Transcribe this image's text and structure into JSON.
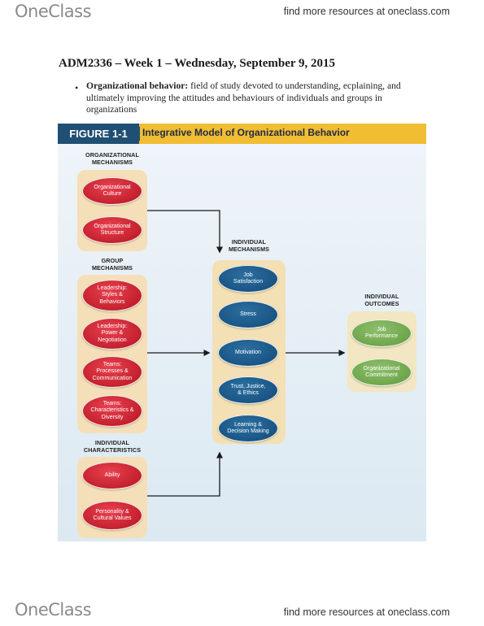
{
  "header": {
    "logo": "OneClass",
    "tagline": "find more resources at oneclass.com"
  },
  "footer": {
    "logo": "OneClass",
    "tagline": "find more resources at oneclass.com"
  },
  "document": {
    "title": "ADM2336 – Week 1 – Wednesday, September 9, 2015",
    "bullet": {
      "marker": "•",
      "term": "Organizational behavior:",
      "definition": " field of study devoted to understanding, ecplaining, and ultimately improving the attitudes and behaviours of individuals and groups in organizations"
    }
  },
  "figure": {
    "tag": "FIGURE 1-1",
    "title": "Integrative Model of Organizational Behavior",
    "colors": {
      "tag_bg": "#1f4f73",
      "header_bg": "#f1bd32",
      "red": "#c4202e",
      "blue": "#1a5584",
      "green": "#6ea64a"
    },
    "sections": {
      "organizational": {
        "label": "ORGANIZATIONAL\nMECHANISMS",
        "items": [
          "Organizational\nCulture",
          "Organizational\nStructure"
        ]
      },
      "group": {
        "label": "GROUP\nMECHANISMS",
        "items": [
          "Leadership:\nStyles &\nBehaviors",
          "Leadership:\nPower &\nNegotiation",
          "Teams:\nProcesses &\nCommunication",
          "Teams:\nCharacteristics &\nDiversity"
        ]
      },
      "characteristics": {
        "label": "INDIVIDUAL\nCHARACTERISTICS",
        "items": [
          "Ability",
          "Personality &\nCultural Values"
        ]
      },
      "individual_mechanisms": {
        "label": "INDIVIDUAL\nMECHANISMS",
        "items": [
          "Job\nSatisfaction",
          "Stress",
          "Motivation",
          "Trust, Justice,\n& Ethics",
          "Learning &\nDecision Making"
        ]
      },
      "outcomes": {
        "label": "INDIVIDUAL\nOUTCOMES",
        "items": [
          "Job\nPerformance",
          "Organizational\nCommitment"
        ]
      }
    }
  }
}
